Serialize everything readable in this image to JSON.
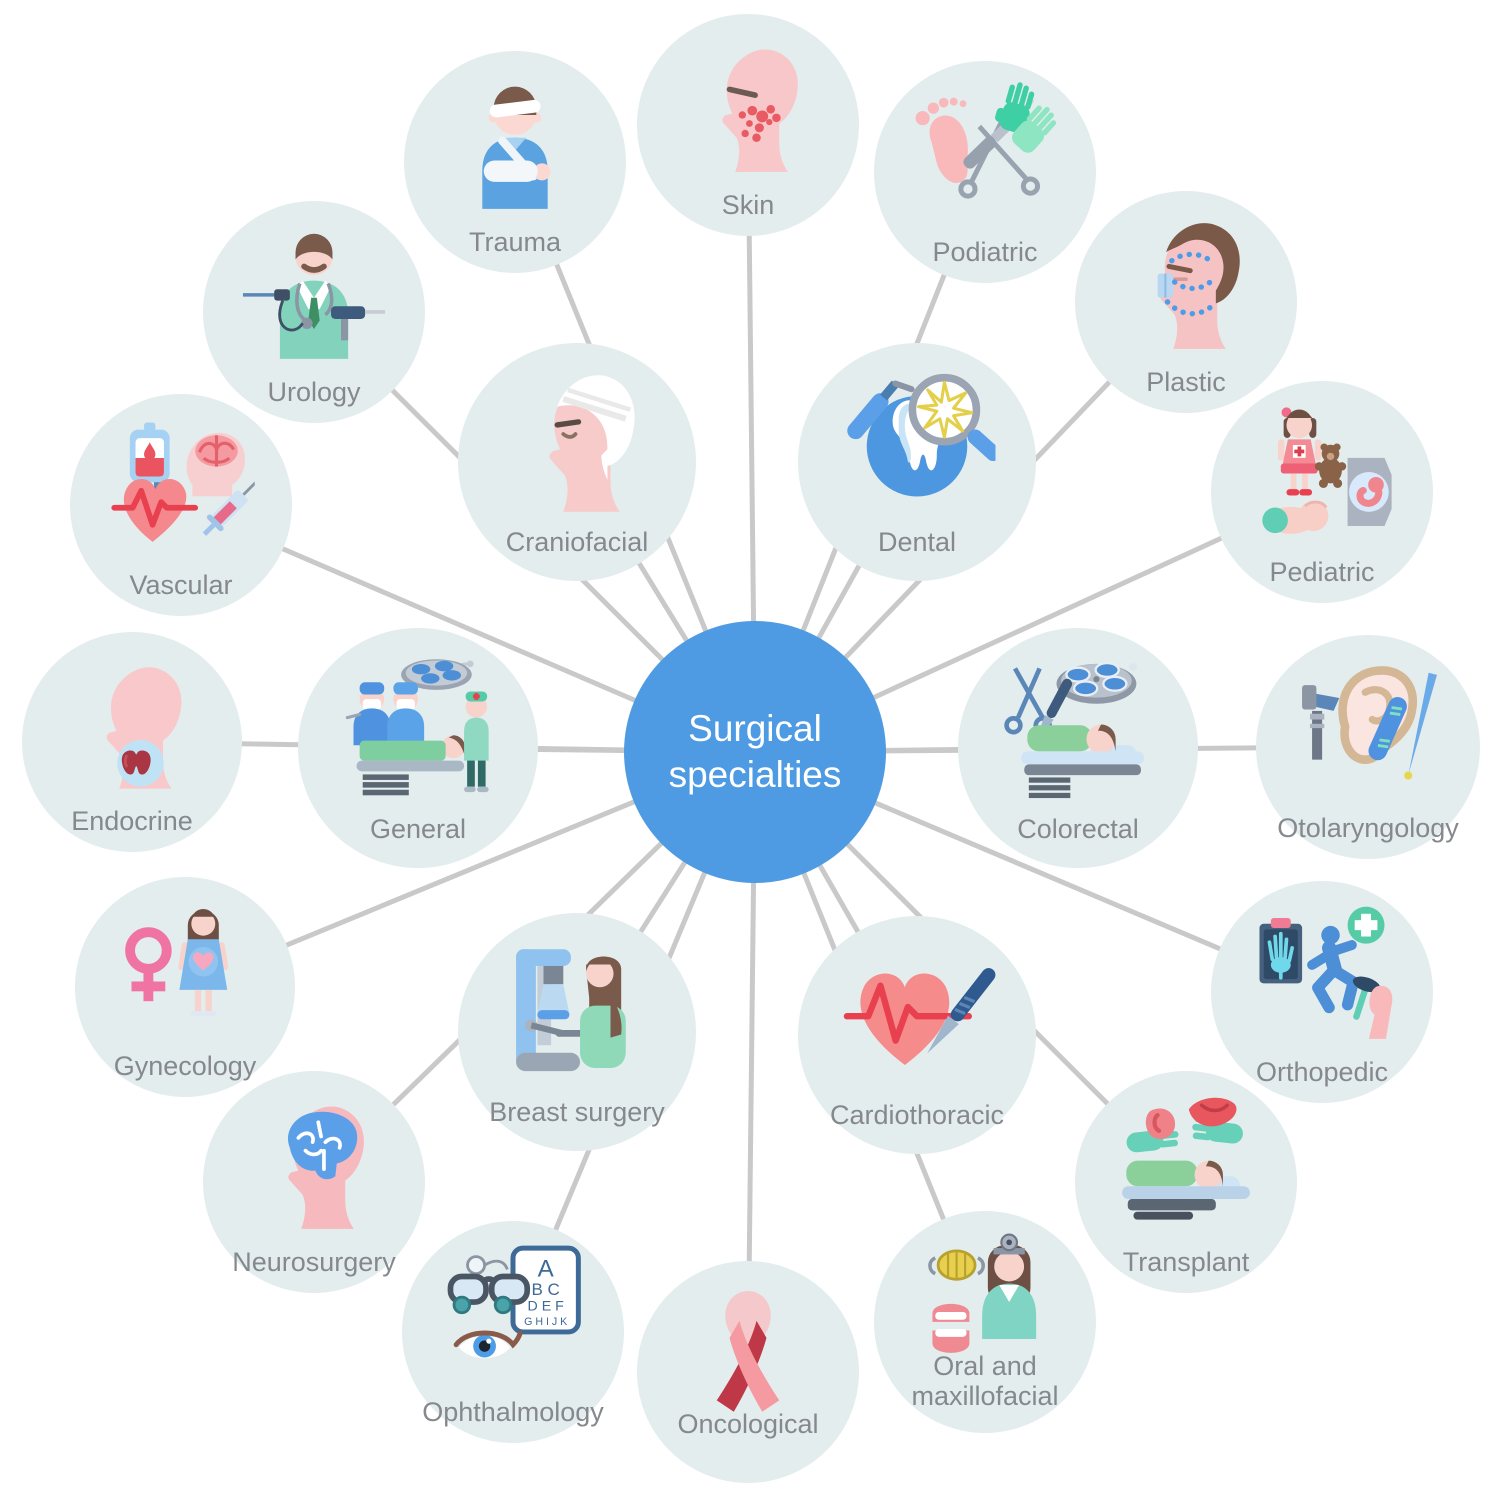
{
  "title": {
    "line1": "Surgical",
    "line2": "specialties"
  },
  "colors": {
    "center_fill": "#4e9be3",
    "node_fill": "#e3edee",
    "label_text": "#85888c",
    "connector": "#c9c9c9"
  },
  "eye_chart": [
    "A",
    "B C",
    "D E F",
    "G H I J K"
  ],
  "nodes": [
    {
      "label": "Skin",
      "icon": "head-with-acne"
    },
    {
      "label": "Trauma",
      "icon": "patient-arm-sling"
    },
    {
      "label": "Podiatric",
      "icon": "foot-instruments-gloves"
    },
    {
      "label": "Urology",
      "icon": "doctor-endoscopes"
    },
    {
      "label": "Plastic",
      "icon": "face-surgery-markings"
    },
    {
      "label": "Vascular",
      "icon": "blood-bag-heart-syringe"
    },
    {
      "label": "Pediatric",
      "icon": "child-baby-ultrasound"
    },
    {
      "label": "Endocrine",
      "icon": "thyroid-gland"
    },
    {
      "label": "Otolaryngology",
      "icon": "ear-otoscope"
    },
    {
      "label": "Gynecology",
      "icon": "female-symbol-pregnant"
    },
    {
      "label": "Orthopedic",
      "icon": "xray-runner-hammer"
    },
    {
      "label": "Neurosurgery",
      "icon": "brain-in-head"
    },
    {
      "label": "Transplant",
      "icon": "organs-hands-patient"
    },
    {
      "label": "Ophthalmology",
      "icon": "eye-chart-glasses"
    },
    {
      "label": "Oral and maxillofacial",
      "icon": "dentist-dentures"
    },
    {
      "label": "Oncological",
      "icon": "awareness-ribbon"
    },
    {
      "label": "Craniofacial",
      "icon": "bandaged-head"
    },
    {
      "label": "Dental",
      "icon": "tooth-magnifier"
    },
    {
      "label": "General",
      "icon": "operating-room"
    },
    {
      "label": "Colorectal",
      "icon": "surgery-table-lamp"
    },
    {
      "label": "Breast surgery",
      "icon": "mammography"
    },
    {
      "label": "Cardiothoracic",
      "icon": "heart-ecg-scalpel"
    }
  ]
}
